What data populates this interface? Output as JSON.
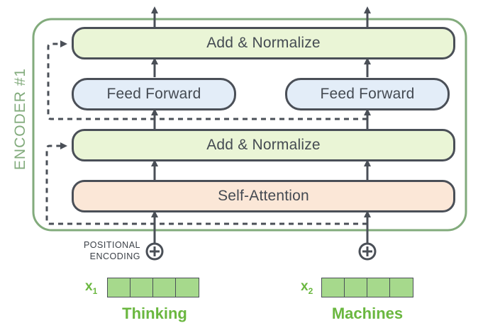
{
  "encoder": {
    "label": "ENCODER #1"
  },
  "add_normalize_top": {
    "label": "Add & Normalize"
  },
  "feed_forward_1": {
    "label": "Feed Forward"
  },
  "feed_forward_2": {
    "label": "Feed Forward"
  },
  "add_normalize_bottom": {
    "label": "Add & Normalize"
  },
  "self_attention": {
    "label": "Self-Attention"
  },
  "positional_encoding": {
    "line1": "POSITIONAL",
    "line2": "ENCODING"
  },
  "inputs": [
    {
      "symbol": "x",
      "subscript": "1",
      "word": "Thinking",
      "cells": 4
    },
    {
      "symbol": "x",
      "subscript": "2",
      "word": "Machines",
      "cells": 4
    }
  ],
  "colors": {
    "encoder_border": "#82ab7c",
    "add_normalize_fill": "#eaf5d6",
    "feed_forward_fill": "#e3edf8",
    "self_attention_fill": "#fbe7d7",
    "embedding_fill": "#a6d98c",
    "word_color": "#6ab73f"
  }
}
